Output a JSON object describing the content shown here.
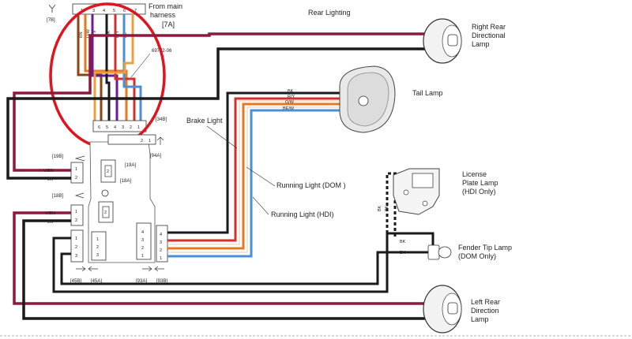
{
  "title": "Rear Lighting",
  "harness": {
    "source": "From main\nharness",
    "source_line1": "From main",
    "source_line2": "harness",
    "connector_7A": "[7A]",
    "connector_7B": "[7B]",
    "part_number": "69772-06",
    "top_pins": [
      "1",
      "3",
      "4",
      "5",
      "6",
      "7"
    ],
    "wire_codes": [
      "BN",
      "O/W",
      "V",
      "BK",
      "R/Y",
      "BE"
    ],
    "bottom_pins": [
      "6",
      "5",
      "4",
      "3",
      "2",
      "1"
    ]
  },
  "module": {
    "c34B": "[34B]",
    "c94A": "[94A]",
    "c19B": "[19B]",
    "c19A": "[19A]",
    "c18A": "[18A]",
    "c18B": "[18B]",
    "c45B": "[45B]",
    "c45A": "[45A]",
    "c93A": "[93A]",
    "c93B": "[93B]"
  },
  "lamps": {
    "right_rear": [
      "Right Rear",
      "Directional",
      "Lamp"
    ],
    "tail": "Tail Lamp",
    "license": [
      "License",
      "Plate Lamp",
      "(HDI Only)"
    ],
    "fender_tip": [
      "Fender Tip Lamp",
      "(DOM Only)"
    ],
    "left_rear": [
      "Left Rear",
      "Direction",
      "Lamp"
    ]
  },
  "wire_labels": {
    "bk": "BK",
    "ry": "R/Y",
    "ow": "O/W",
    "bew": "BE/W",
    "vbn": "V/BN",
    "brake": "Brake Light",
    "running_dom": "Running Light (DOM )",
    "running_hdi": "Running Light (HDI)"
  },
  "colors": {
    "maroon": "#8b1a3d",
    "black": "#1a1a1a",
    "brown": "#8b4513",
    "orange": "#e87722",
    "violet": "#6a1b9a",
    "red": "#d32f2f",
    "blue": "#4a90d9",
    "highlight": "#e0141e"
  }
}
